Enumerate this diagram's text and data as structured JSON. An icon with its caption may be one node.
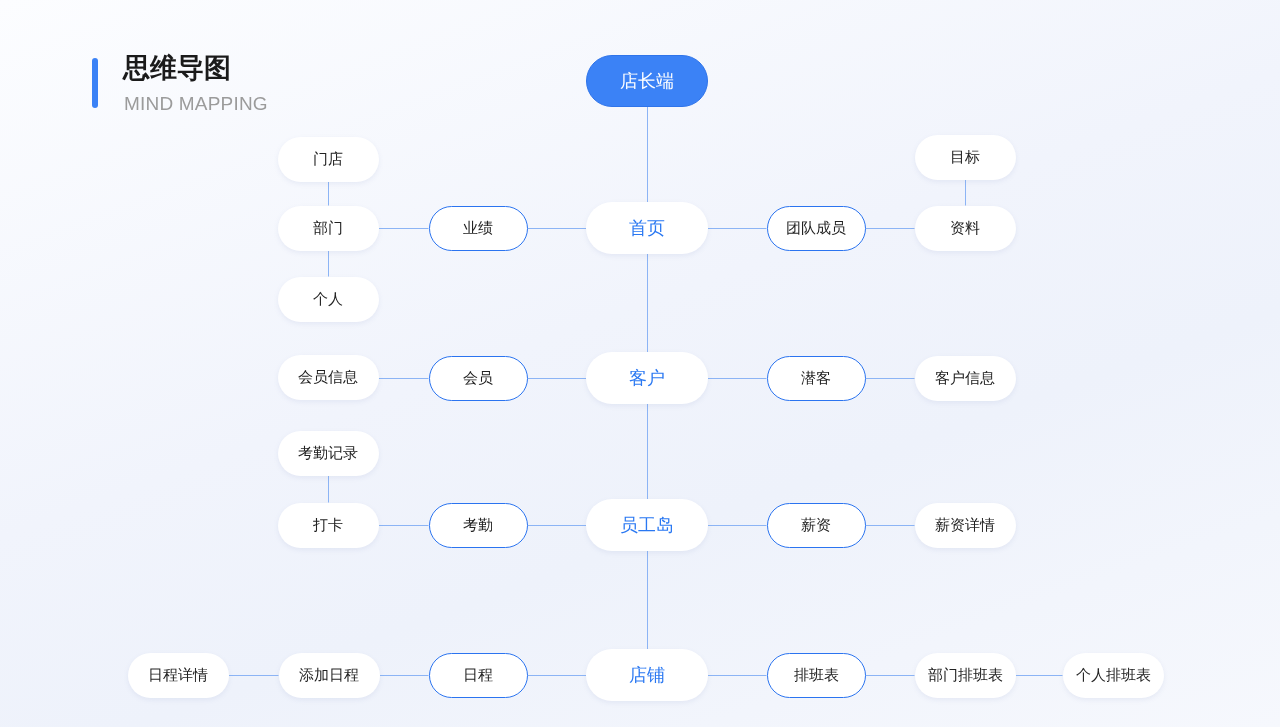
{
  "diagram": {
    "title": "思维导图",
    "nodes": [
      {
        "text": [
          "店长端"
        ]
      },
      {
        "text": [
          "门店"
        ]
      },
      {
        "text": [
          "目标"
        ]
      },
      {
        "text": [
          "部门"
        ]
      },
      {
        "text": [
          "业绩"
        ]
      },
      {
        "text": [
          "首页"
        ]
      },
      {
        "text": [
          "团队成员"
        ]
      },
      {
        "text": [
          "资料"
        ]
      },
      {
        "text": [
          "个人"
        ]
      },
      {
        "text": [
          "会员信息"
        ]
      },
      {
        "text": [
          "会员"
        ]
      },
      {
        "text": [
          "客户"
        ]
      },
      {
        "text": [
          "潜客"
        ]
      },
      {
        "text": [
          "客户信息"
        ]
      },
      {
        "text": [
          "考勤记录"
        ]
      },
      {
        "text": [
          "打卡"
        ]
      },
      {
        "text": [
          "考勤"
        ]
      },
      {
        "text": [
          "员工岛"
        ]
      },
      {
        "text": [
          "薪资"
        ]
      },
      {
        "text": [
          "薪资详情"
        ]
      },
      {
        "text": [
          "日程详情"
        ]
      },
      {
        "text": [
          "添加日程"
        ]
      },
      {
        "text": [
          "日程"
        ]
      },
      {
        "text": [
          "店铺"
        ]
      },
      {
        "text": [
          "排班表"
        ]
      },
      {
        "text": [
          "部门排班表"
        ]
      },
      {
        "text": [
          "个人排班表"
        ]
      }
    ],
    "edges": [
      {
        "from": 0,
        "to": 5,
        "arrow": "none"
      },
      {
        "from": 5,
        "to": 11,
        "arrow": "none"
      },
      {
        "from": 11,
        "to": 17,
        "arrow": "none"
      },
      {
        "from": 17,
        "to": 23,
        "arrow": "none"
      },
      {
        "from": 5,
        "to": 4,
        "arrow": "none"
      },
      {
        "from": 4,
        "to": 3,
        "arrow": "none"
      },
      {
        "from": 3,
        "to": 1,
        "arrow": "none"
      },
      {
        "from": 3,
        "to": 8,
        "arrow": "none"
      },
      {
        "from": 5,
        "to": 6,
        "arrow": "none"
      },
      {
        "from": 6,
        "to": 7,
        "arrow": "none"
      },
      {
        "from": 7,
        "to": 2,
        "arrow": "none"
      },
      {
        "from": 11,
        "to": 10,
        "arrow": "none"
      },
      {
        "from": 10,
        "to": 9,
        "arrow": "none"
      },
      {
        "from": 11,
        "to": 12,
        "arrow": "none"
      },
      {
        "from": 12,
        "to": 13,
        "arrow": "none"
      },
      {
        "from": 17,
        "to": 16,
        "arrow": "none"
      },
      {
        "from": 16,
        "to": 15,
        "arrow": "none"
      },
      {
        "from": 15,
        "to": 14,
        "arrow": "none"
      },
      {
        "from": 17,
        "to": 18,
        "arrow": "none"
      },
      {
        "from": 18,
        "to": 19,
        "arrow": "none"
      },
      {
        "from": 23,
        "to": 22,
        "arrow": "none"
      },
      {
        "from": 22,
        "to": 21,
        "arrow": "none"
      },
      {
        "from": 21,
        "to": 20,
        "arrow": "none"
      },
      {
        "from": 23,
        "to": 24,
        "arrow": "none"
      },
      {
        "from": 24,
        "to": 25,
        "arrow": "none"
      },
      {
        "from": 25,
        "to": 26,
        "arrow": "none"
      }
    ],
    "labels": [
      "MIND MAPPING"
    ]
  }
}
